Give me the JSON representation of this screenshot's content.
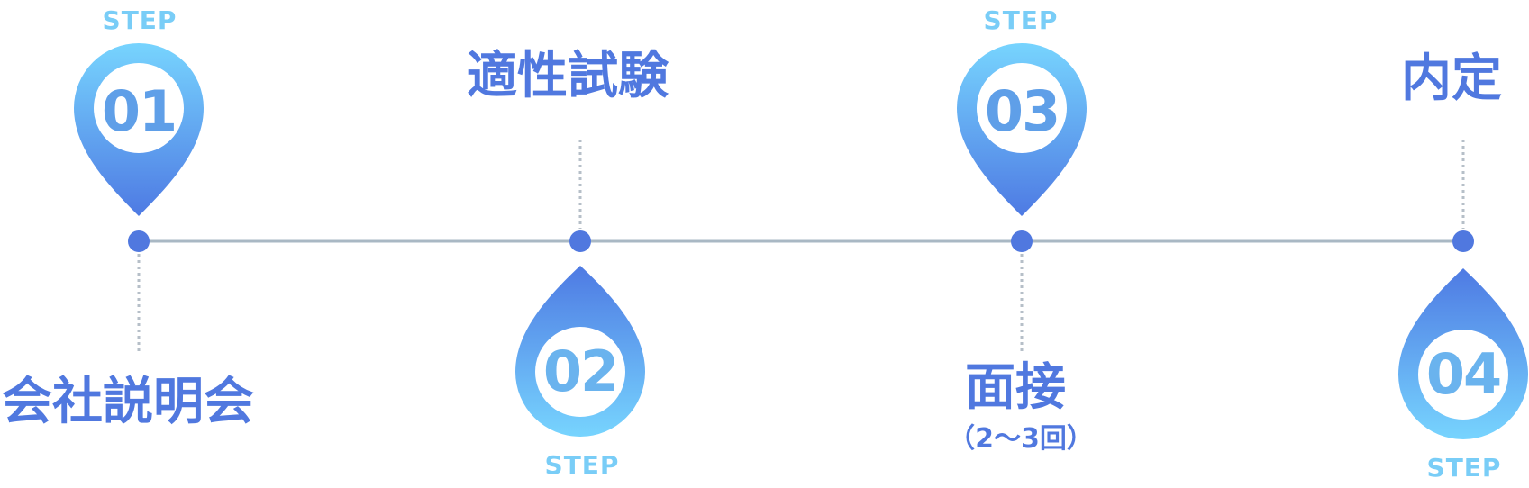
{
  "colors": {
    "accent": "#5078df",
    "pin_light": "#77d4fe",
    "pin_dark": "#4e7ae3",
    "step_label": "#79cdf7",
    "timeline": "#a9b8c4",
    "dotted": "#b6bfc8"
  },
  "steps": [
    {
      "step_label": "STEP",
      "number": "01",
      "title": "会社説明会",
      "subtitle": ""
    },
    {
      "step_label": "STEP",
      "number": "02",
      "title": "適性試験",
      "subtitle": ""
    },
    {
      "step_label": "STEP",
      "number": "03",
      "title": "面接",
      "subtitle": "（2〜3回）"
    },
    {
      "step_label": "STEP",
      "number": "04",
      "title": "内定",
      "subtitle": ""
    }
  ]
}
